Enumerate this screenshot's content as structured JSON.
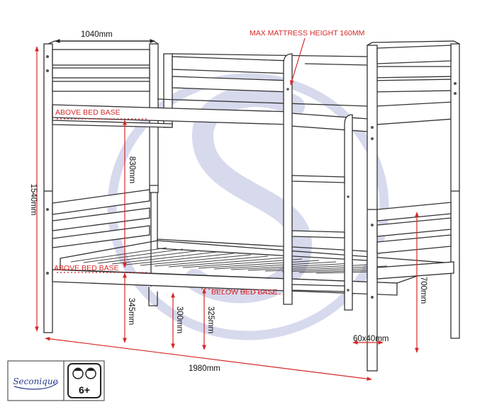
{
  "colors": {
    "annotation": "#d62828",
    "outline": "#333333",
    "watermark": "#c9cbe6",
    "logo_blue": "#2b3c8f"
  },
  "dimensions": {
    "width": "1040mm",
    "max_mattress": "MAX MATTRESS HEIGHT 160MM",
    "height": "1540mm",
    "above_bed_base_top": "ABOVE BED BASE",
    "top_clearance": "830mm",
    "above_bed_base_bottom": "ABOVE BED BASE",
    "below_bed_base": "BELOW BED BASE",
    "floor_to_base": "345mm",
    "underbed": "300mm",
    "underbed_alt": "325mm",
    "end_height": "700mm",
    "post_size": "60x40mm",
    "length": "1980mm"
  },
  "logo": {
    "brand": "Seconique",
    "age_rating": "6+"
  },
  "icons": {
    "watermark": "seconique-s-watermark-icon",
    "children": "children-faces-icon"
  }
}
